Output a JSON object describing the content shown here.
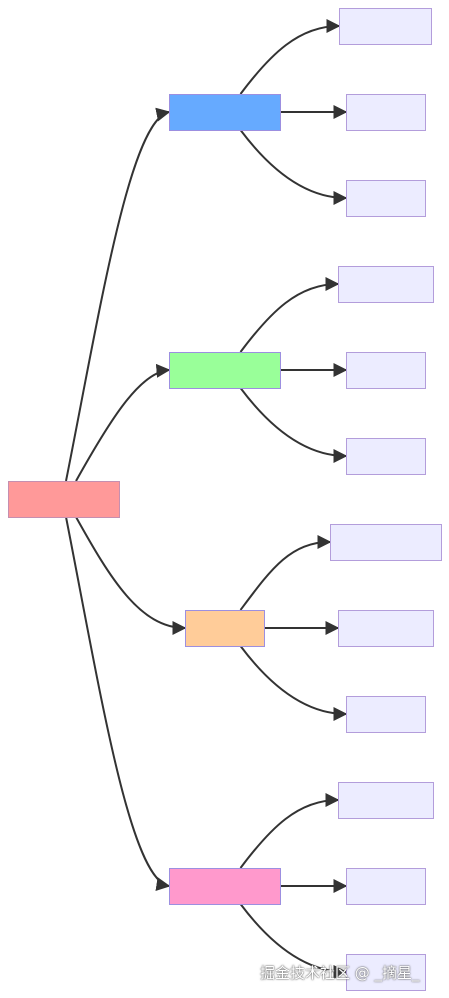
{
  "diagram": {
    "root": {
      "color": "#FF9999"
    },
    "branches": [
      {
        "color": "#66AAFF",
        "leaves": 3
      },
      {
        "color": "#99FF99",
        "leaves": 3
      },
      {
        "color": "#FFCC99",
        "leaves": 3
      },
      {
        "color": "#FF99CC",
        "leaves": 3
      }
    ],
    "leaf_color": "#ECECFF",
    "edge_color": "#333333"
  },
  "watermark": {
    "text": "掘金技术社区 @ _摘星_"
  }
}
